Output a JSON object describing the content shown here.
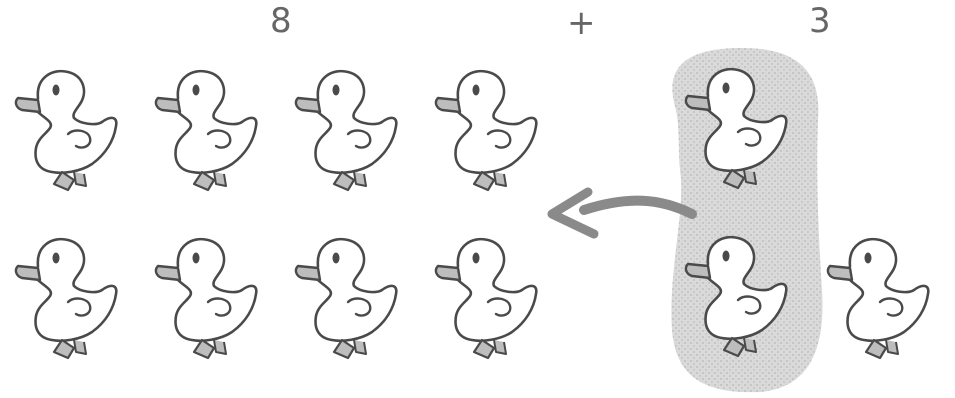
{
  "equation": {
    "left_number": "8",
    "operator": "+",
    "right_number": "3"
  },
  "groups": {
    "left_group_count": 8,
    "right_group_count": 3,
    "highlighted_in_right_group": 2
  },
  "icons": {
    "duck": "duck-icon",
    "arrow": "arrow-left-icon"
  },
  "colors": {
    "ink": "#4a4a4a",
    "highlight": "#cfcfcf",
    "background": "#ffffff"
  }
}
